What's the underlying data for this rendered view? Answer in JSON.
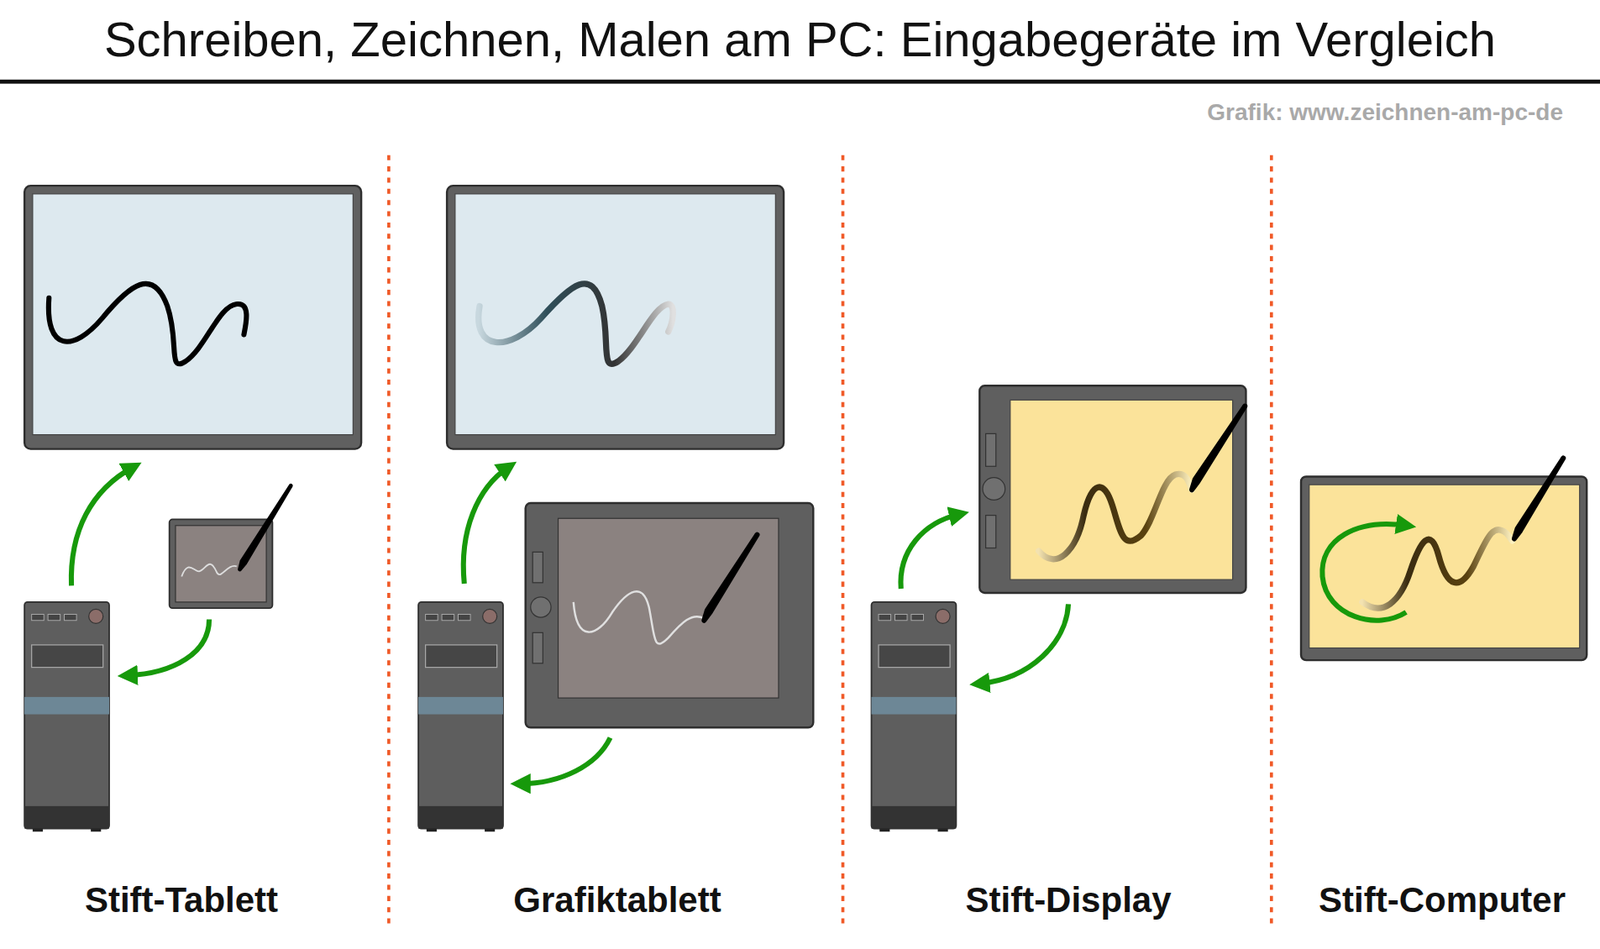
{
  "diagram": {
    "title": "Schreiben, Zeichnen, Malen am PC: Eingabegeräte im Vergleich",
    "labels": [
      "Grafik: www.zeichnen-am-pc-de",
      "Stift-Tablett",
      "Grafiktablett",
      "Stift-Display",
      "Stift-Computer"
    ]
  }
}
